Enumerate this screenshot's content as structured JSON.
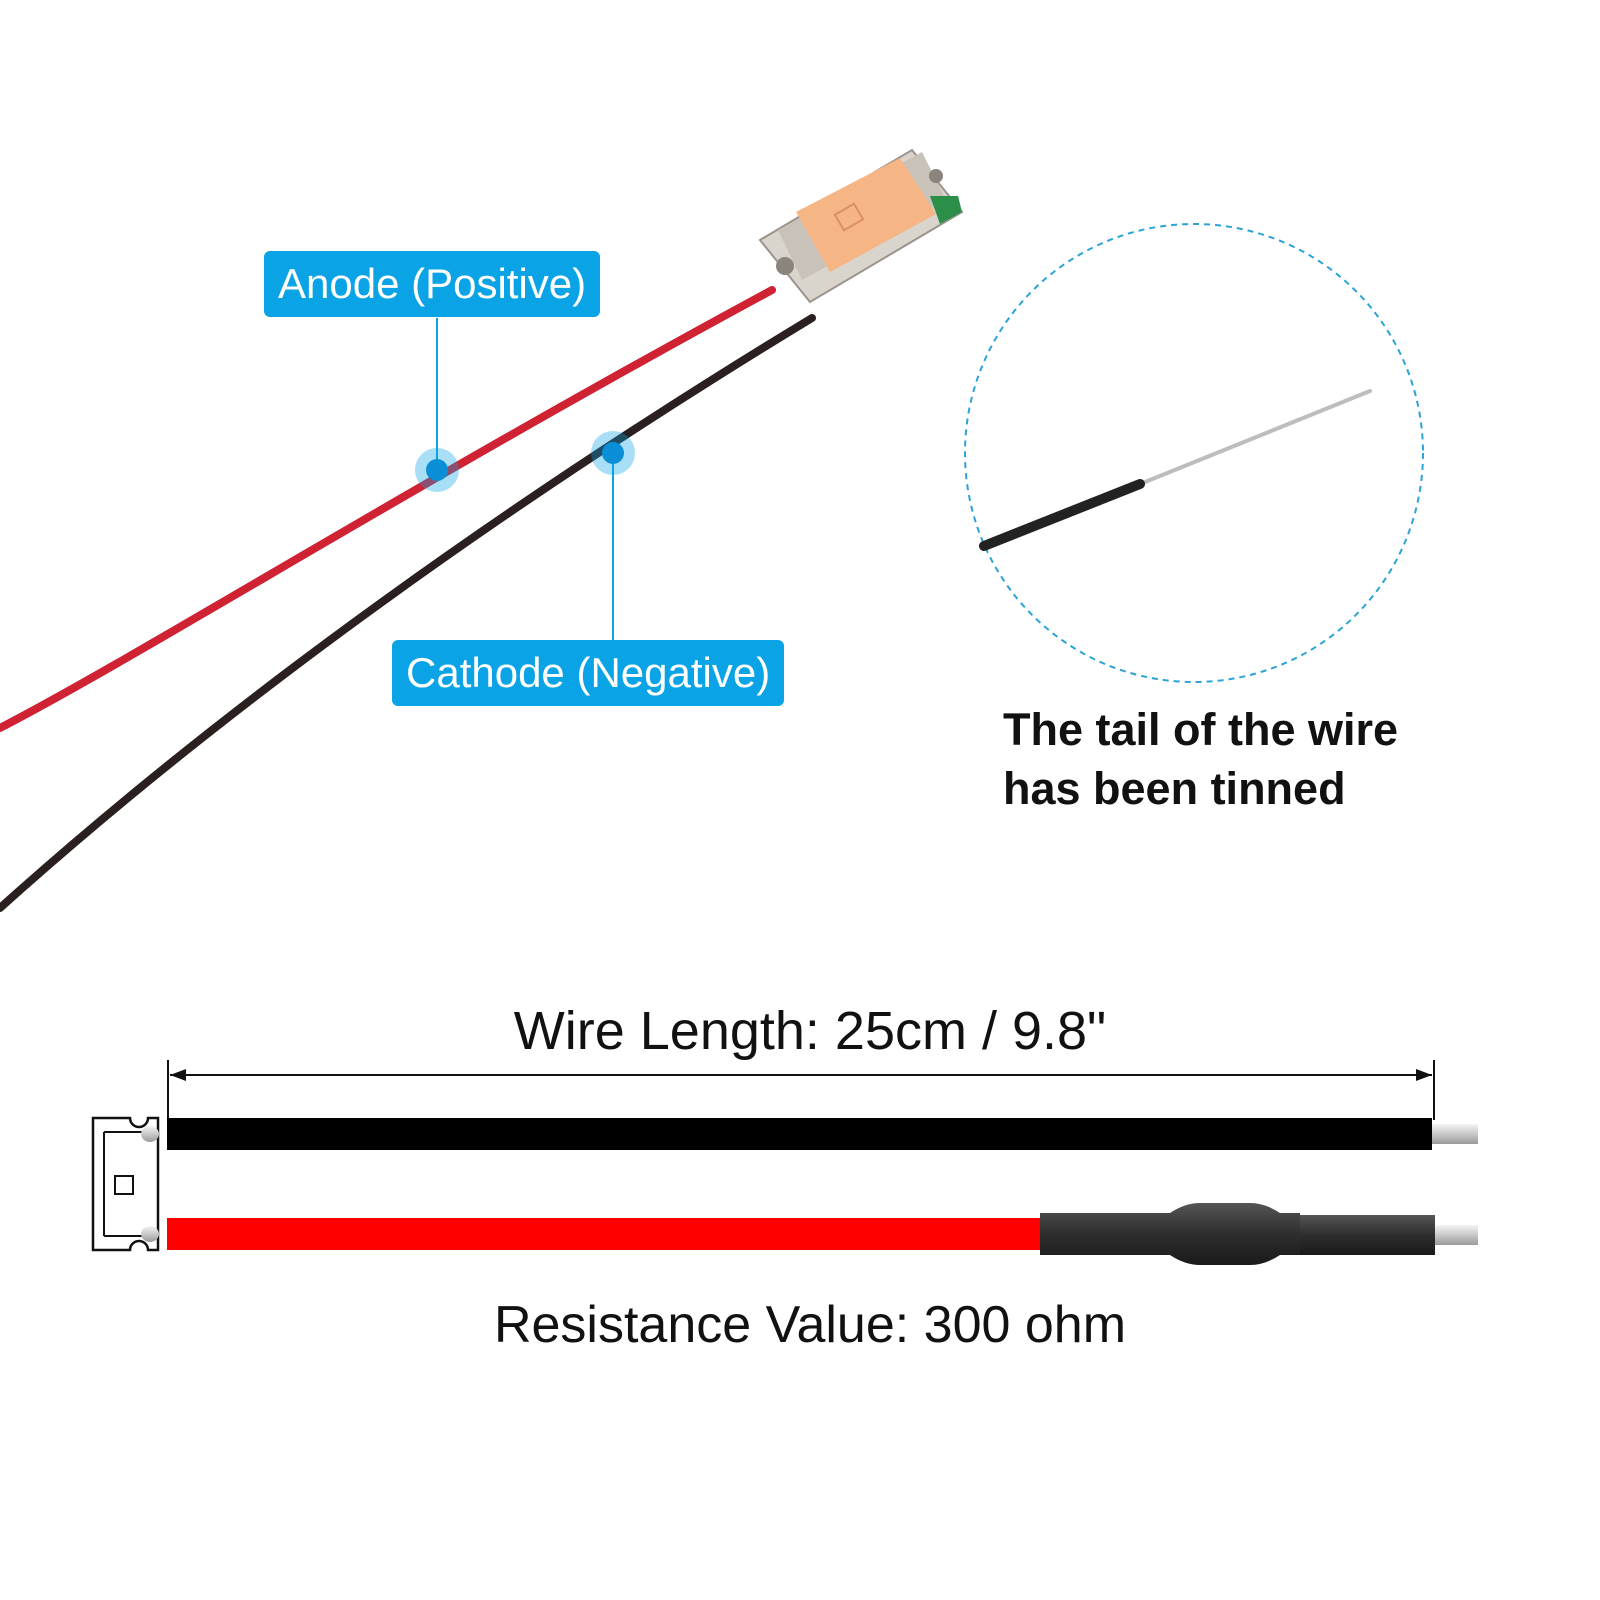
{
  "labels": {
    "anode": "Anode (Positive)",
    "cathode": "Cathode (Negative)",
    "tail_note_line1": "The tail of the wire",
    "tail_note_line2": "has been tinned",
    "wire_length": "Wire Length: 25cm / 9.8\"",
    "resistance": "Resistance Value: 300 ohm"
  },
  "colors": {
    "accent": "#0aa3e6",
    "positive_wire": "#d42a3a",
    "negative_wire": "#2a2020",
    "diagram_red": "#ff0000",
    "diagram_black": "#000000",
    "heat_shrink": "#3a3a3a",
    "led_body": "#f5b98a"
  }
}
